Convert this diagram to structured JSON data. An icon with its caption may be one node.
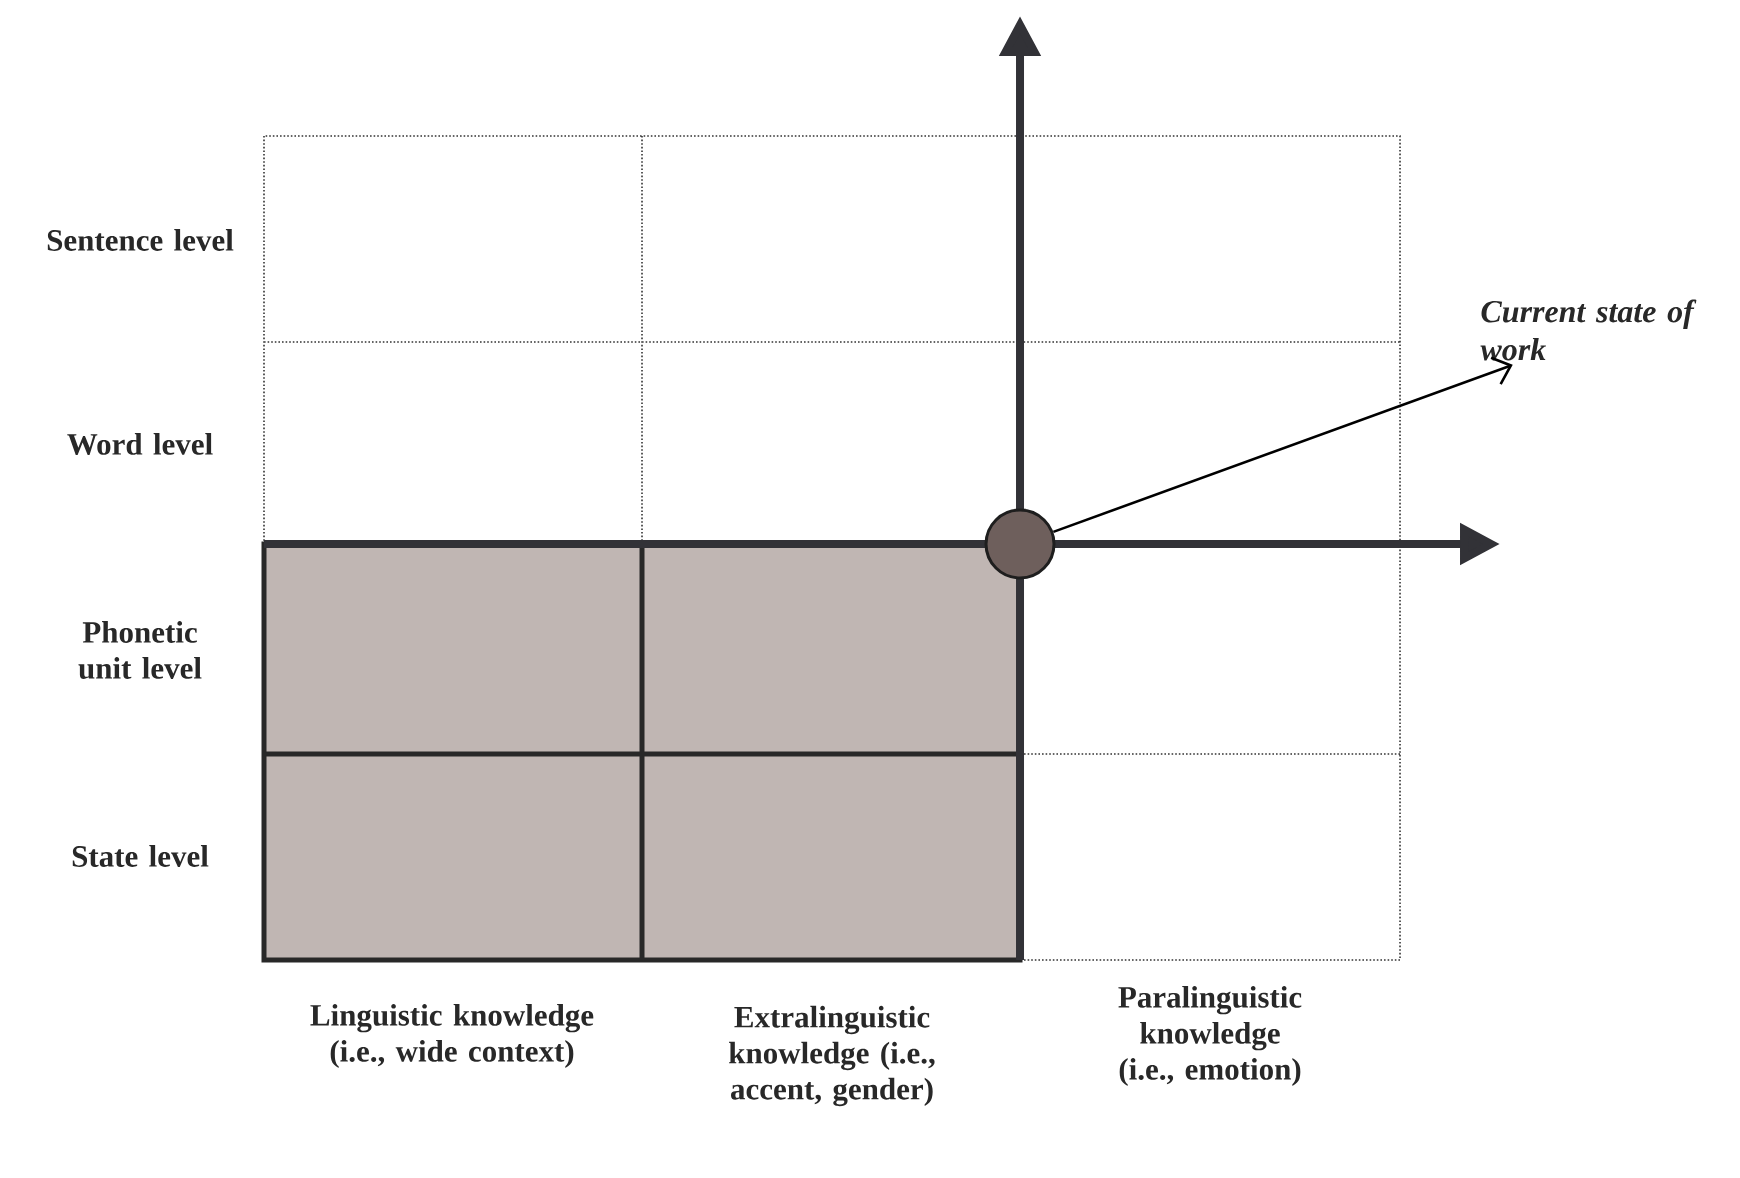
{
  "diagram": {
    "nodes": [
      {
        "text": [],
        "shape": "circle"
      },
      {
        "text": [
          "Current state of work"
        ]
      }
    ],
    "edges": [
      {
        "from": 0,
        "to": 1,
        "arrow": "to"
      }
    ],
    "labels": [
      "Sentence level",
      "Word level",
      "Phonetic unit level",
      "State level",
      "Linguistic knowledge (i.e., wide context)",
      "Extralinguistic knowledge (i.e., accent, gender)",
      "Paralinguistic knowledge (i.e., emotion)"
    ]
  }
}
